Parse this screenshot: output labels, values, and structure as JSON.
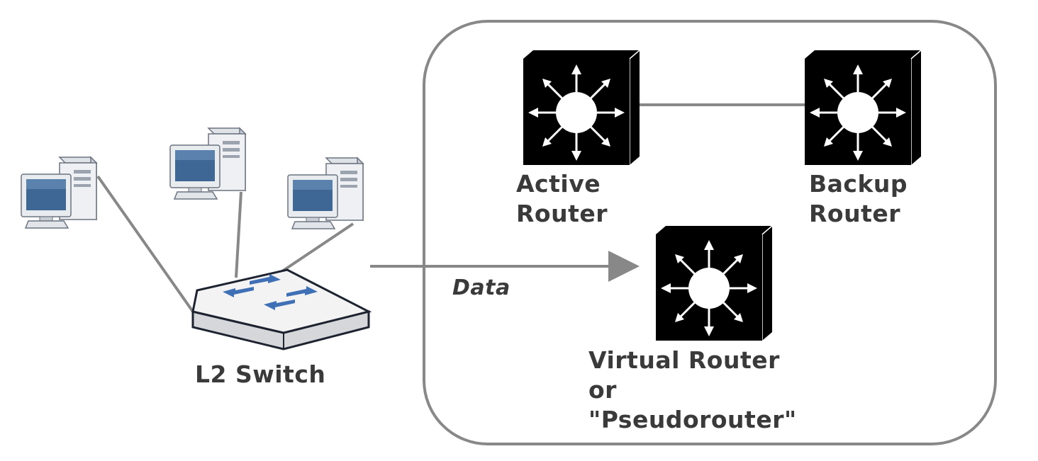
{
  "diagram": {
    "colors": {
      "line": "#888888",
      "label": "#3a3a3a",
      "router_body": "#000000",
      "switch_arrow": "#3f6fb5",
      "monitor_screen": "#3f6796"
    },
    "switch": {
      "label": "L2 Switch"
    },
    "data_flow": {
      "label": "Data"
    },
    "active_router": {
      "label_lines": [
        "Active",
        "Router"
      ]
    },
    "backup_router": {
      "label_lines": [
        "Backup",
        "Router"
      ]
    },
    "virtual_router": {
      "label_lines": [
        "Virtual Router",
        "or",
        "\"Pseudorouter\""
      ]
    },
    "hosts": [
      {
        "icon": "desktop-computer-icon"
      },
      {
        "icon": "desktop-computer-icon"
      },
      {
        "icon": "desktop-computer-icon"
      }
    ],
    "router_icon": "router-icon"
  }
}
